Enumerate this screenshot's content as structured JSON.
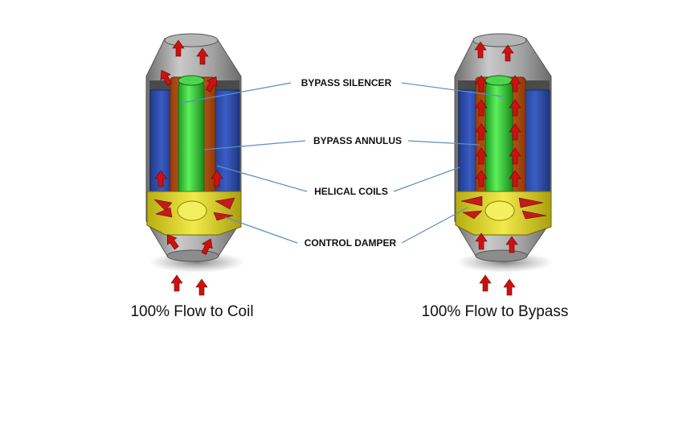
{
  "callouts": {
    "bypass_silencer": "BYPASS SILENCER",
    "bypass_annulus": "BYPASS ANNULUS",
    "helical_coils": "HELICAL COILS",
    "control_damper": "CONTROL DAMPER"
  },
  "captions": {
    "left": "100% Flow to Coil",
    "right": "100% Flow to Bypass"
  },
  "colors": {
    "shell": "#9a9a9a",
    "coil": "#2f4fb0",
    "annulus": "#c65a16",
    "silencer": "#2ecc2e",
    "damper": "#e3d92a",
    "arrow": "#cc1111",
    "leader": "#5b8fc7"
  }
}
